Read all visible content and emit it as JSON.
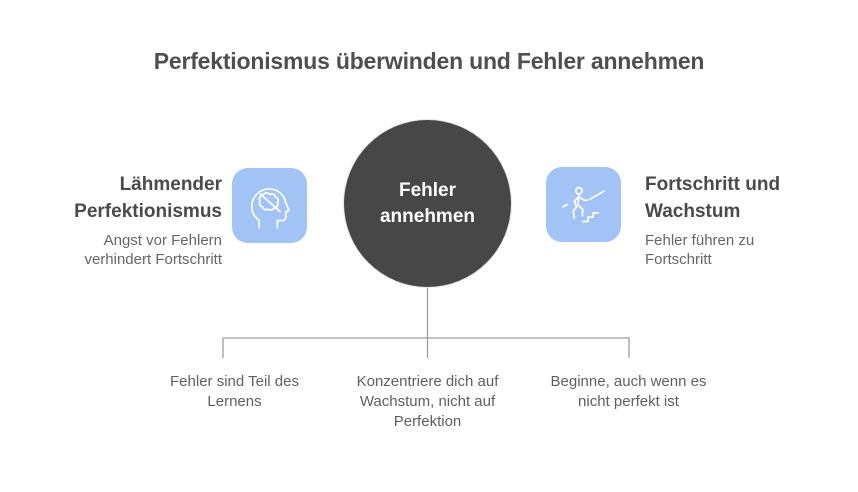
{
  "title": "Perfektionismus überwinden und Fehler annehmen",
  "center_node": {
    "label": "Fehler annehmen"
  },
  "left_node": {
    "heading": "Lähmender Perfektionismus",
    "description": "Angst vor Fehlern verhindert Fortschritt",
    "icon": "head-with-crossed-brain-icon"
  },
  "right_node": {
    "heading": "Fortschritt und Wachstum",
    "description": "Fehler führen zu Fortschritt",
    "icon": "person-climbing-stairs-icon"
  },
  "branches": [
    {
      "label": "Fehler sind Teil des Lernens"
    },
    {
      "label": "Konzentriere dich auf Wachstum, nicht auf Perfektion"
    },
    {
      "label": "Beginne, auch wenn es nicht perfekt ist"
    }
  ],
  "colors": {
    "background": "#ffffff",
    "title_text": "#4f4f4f",
    "heading_text": "#4a4a4a",
    "body_text": "#666666",
    "circle_fill": "#474747",
    "circle_text": "#ffffff",
    "icon_background": "#a2c3f6",
    "icon_stroke": "#ffffff",
    "connector_line": "#9e9e9e"
  }
}
